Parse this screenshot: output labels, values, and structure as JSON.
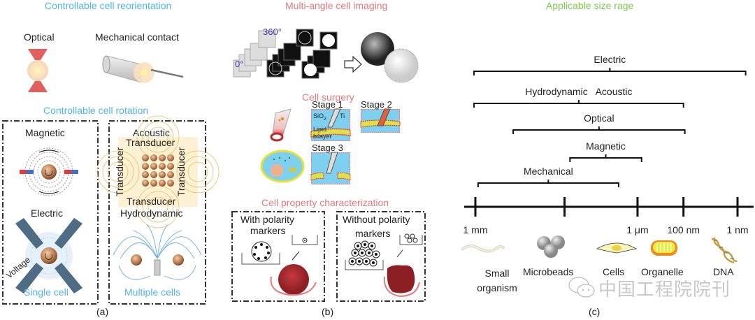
{
  "panel_a": {
    "title_top": "Controllable cell reorientation",
    "reorientation": {
      "optical": "Optical",
      "mechanical": "Mechanical contact"
    },
    "title_rotation": "Controllable cell rotation",
    "single_box": {
      "magnetic": "Magnetic",
      "electric": "Electric",
      "voltage": "Voltage",
      "footer": "Single cell"
    },
    "multi_box": {
      "acoustic": "Acoustic",
      "transducer": "Transducer",
      "hydrodynamic": "Hydrodynamic",
      "footer": "Multiple cells"
    },
    "caption": "(a)"
  },
  "panel_b": {
    "title_imaging": "Multi-angle cell imaging",
    "angle_start": "0°",
    "angle_end": "360°",
    "title_surgery": "Cell surgery",
    "stages": [
      "Stage 1",
      "Stage 2",
      "Stage 3"
    ],
    "stage1_labels": {
      "sio2": "SiO",
      "sio2_sub": "2",
      "ti": "Ti",
      "lipid": "Lipid",
      "bilayer": "bilayer"
    },
    "title_property": "Cell property characterization",
    "with_markers": [
      "With polarity",
      "markers"
    ],
    "without_markers": [
      "Without polarity",
      "markers"
    ],
    "caption": "(b)"
  },
  "panel_c": {
    "title": "Applicable size rage",
    "caption": "(c)",
    "watermark": "中国工程院院刊"
  },
  "chart_data": {
    "type": "range-bracket",
    "title": "Applicable size rage",
    "axis_ticks": [
      {
        "id": "t1",
        "label": "1 mm"
      },
      {
        "id": "t2",
        "label": ""
      },
      {
        "id": "t3",
        "label": "1 μm"
      },
      {
        "id": "t4",
        "label": "100 nm"
      },
      {
        "id": "t5",
        "label": "1 nm"
      }
    ],
    "axis_scale_positions": [
      0,
      0.33,
      0.6,
      0.77,
      0.97
    ],
    "ranges": [
      {
        "label": "Electric",
        "from": -0.005,
        "to": 1.0
      },
      {
        "label": "Hydrodynamic   Acoustic",
        "from": -0.005,
        "to": 0.77
      },
      {
        "label": "Optical",
        "from": 0.14,
        "to": 0.775
      },
      {
        "label": "Magnetic",
        "from": 0.35,
        "to": 0.615
      },
      {
        "label": "Mechanical",
        "from": 0.01,
        "to": 0.53
      }
    ],
    "objects": [
      {
        "label": "Small organism",
        "icon": "worm-icon"
      },
      {
        "label": "Microbeads",
        "icon": "microbeads-icon"
      },
      {
        "label": "Cells",
        "icon": "cell-icon"
      },
      {
        "label": "Organelle",
        "icon": "mitochondria-icon"
      },
      {
        "label": "DNA",
        "icon": "dna-icon"
      }
    ]
  },
  "colors": {
    "title_a": "#4fb5e3",
    "title_b": "#e8777a",
    "title_c": "#7cc94f",
    "cell_brown": "#b5764a",
    "tumor_red": "#8c1f24",
    "surgery_blue": "#7fd0ee"
  }
}
